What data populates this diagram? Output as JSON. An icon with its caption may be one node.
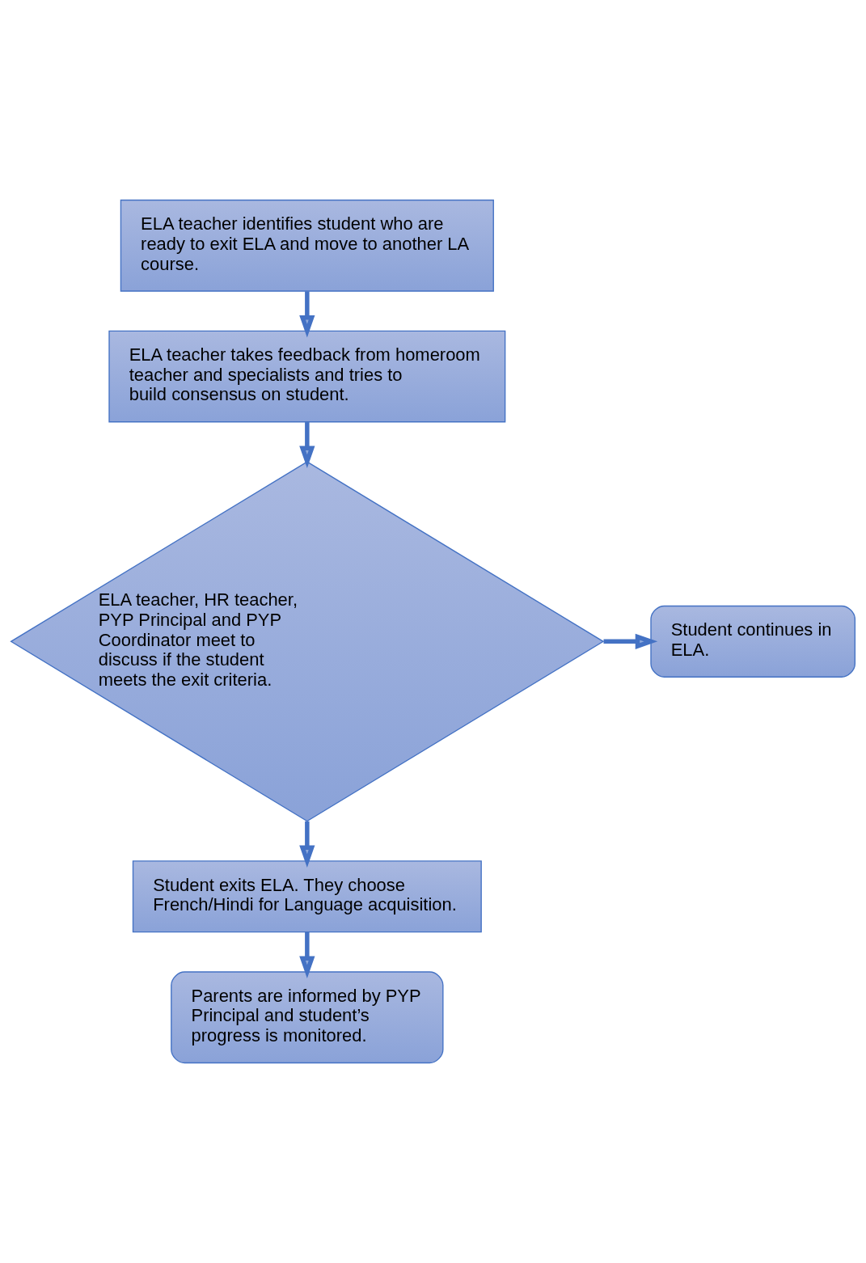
{
  "diagram": {
    "nodes": [
      {
        "text": [
          "ELA teacher identifies student who are ready to exit ELA and move to another LA course."
        ]
      },
      {
        "text": [
          "ELA teacher takes feedback from homeroom teacher and specialists and tries to build consensus on student."
        ]
      },
      {
        "text": [
          "ELA teacher, HR teacher, PYP Principal and PYP Coordinator meet to discuss if the student meets the exit criteria."
        ]
      },
      {
        "text": [
          "Student continues in ELA."
        ]
      },
      {
        "text": [
          "Student exits ELA. They choose French/Hindi for Language acquisition."
        ]
      },
      {
        "text": [
          "Parents are informed by PYP Principal and student’s progress is monitored."
        ]
      }
    ],
    "edges": [
      {
        "from": 0,
        "to": 1,
        "arrow": "to"
      },
      {
        "from": 1,
        "to": 2,
        "arrow": "to"
      },
      {
        "from": 2,
        "to": 3,
        "arrow": "to"
      },
      {
        "from": 2,
        "to": 4,
        "arrow": "to"
      },
      {
        "from": 4,
        "to": 5,
        "arrow": "to"
      }
    ]
  }
}
